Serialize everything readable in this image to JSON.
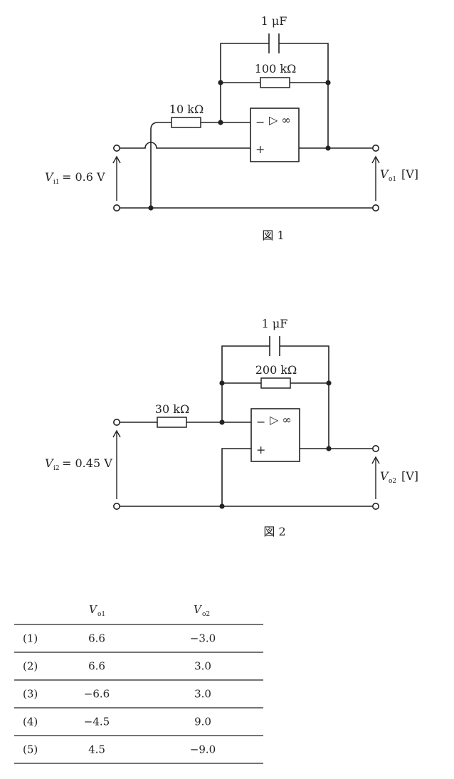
{
  "figure1": {
    "caption": "図 1",
    "capacitor": "1 μF",
    "feedback_resistor": "100 kΩ",
    "input_resistor": "10 kΩ",
    "input_var": "V",
    "input_sub": "i1",
    "input_value": "= 0.6 V",
    "output_var": "V",
    "output_sub": "o1",
    "output_unit": "[V]",
    "opamp_minus": "−",
    "opamp_plus": "+",
    "opamp_symbol": "▷ ∞"
  },
  "figure2": {
    "caption": "図 2",
    "capacitor": "1 μF",
    "feedback_resistor": "200 kΩ",
    "input_resistor": "30 kΩ",
    "input_var": "V",
    "input_sub": "i2",
    "input_value": "= 0.45 V",
    "output_var": "V",
    "output_sub": "o2",
    "output_unit": "[V]",
    "opamp_minus": "−",
    "opamp_plus": "+",
    "opamp_symbol": "▷ ∞"
  },
  "answer_table": {
    "headers": [
      {
        "var": "V",
        "sub": "o1"
      },
      {
        "var": "V",
        "sub": "o2"
      }
    ],
    "rows": [
      {
        "label": "(1)",
        "vo1": "6.6",
        "vo2": "−3.0"
      },
      {
        "label": "(2)",
        "vo1": "6.6",
        "vo2": "3.0"
      },
      {
        "label": "(3)",
        "vo1": "−6.6",
        "vo2": "3.0"
      },
      {
        "label": "(4)",
        "vo1": "−4.5",
        "vo2": "9.0"
      },
      {
        "label": "(5)",
        "vo1": "4.5",
        "vo2": "−9.0"
      }
    ]
  }
}
